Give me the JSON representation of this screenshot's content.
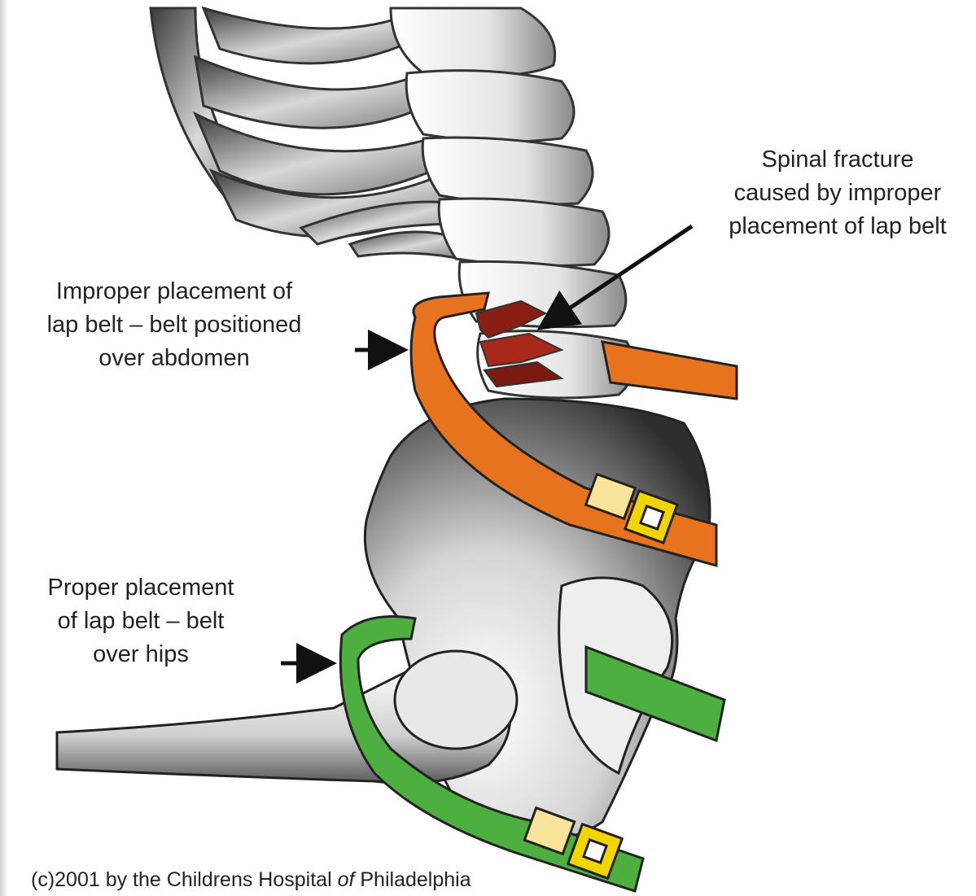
{
  "labels": {
    "spinal_fracture": [
      "Spinal fracture",
      "caused by improper",
      "placement of lap belt"
    ],
    "improper_placement": [
      "Improper placement of",
      "lap belt – belt positioned",
      "over abdomen"
    ],
    "proper_placement": [
      "Proper placement",
      "of lap belt – belt",
      "over hips"
    ],
    "copyright_before": "(c)2001 by the Childrens Hospital ",
    "copyright_italic": "of",
    "copyright_after": " Philadelphia"
  },
  "colors": {
    "improper_belt": "#e8731f",
    "proper_belt": "#4caf3f",
    "buckle": "#f2d400",
    "fracture": "#8b1e14",
    "bone_light": "#f2f2f2",
    "bone_dark": "#3a3a3a"
  }
}
